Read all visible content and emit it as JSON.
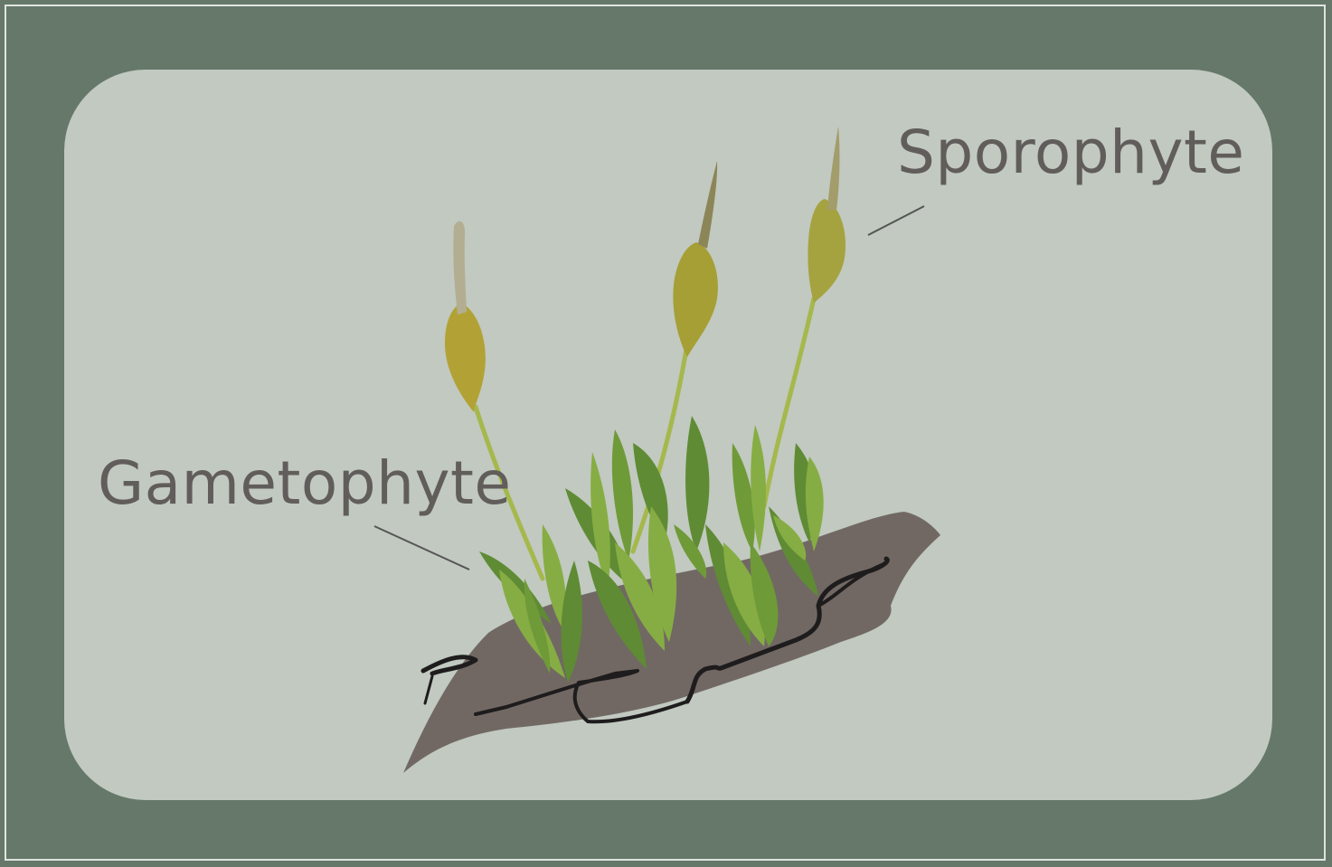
{
  "labels": {
    "sporophyte": "Sporophyte",
    "gametophyte": "Gametophyte"
  },
  "colors": {
    "outer_background": "#65786a",
    "panel": "#c1c9c0",
    "soil": "#716864",
    "cracks": "#1e1c1c",
    "leaf_dark": "#5f8b34",
    "leaf_light": "#86ad43",
    "stalk": "#a5b84c",
    "capsule": "#b2a235",
    "calyptra": "#a59f6c",
    "label_text": "#615d5b",
    "leader_line": "#555555"
  },
  "icons": [
    "moss-plant-illustration"
  ]
}
